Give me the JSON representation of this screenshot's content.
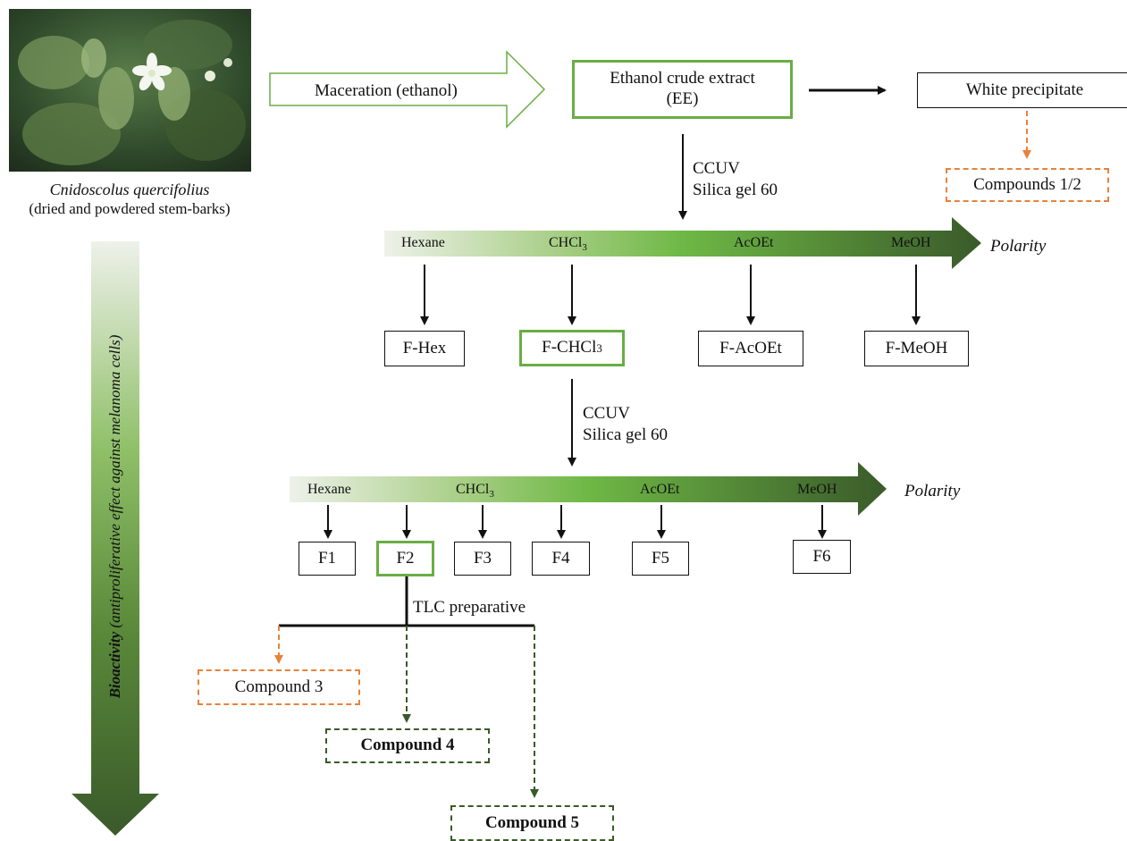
{
  "plant": {
    "name": "Cnidoscolus quercifolius",
    "part": "(dried and powdered stem-barks)"
  },
  "maceration": "Maceration (ethanol)",
  "extract": {
    "line1": "Ethanol crude extract",
    "line2": "(EE)"
  },
  "white_precipitate": "White precipitate",
  "compounds_1_2": "Compounds 1/2",
  "ccuv1": {
    "line1": "CCUV",
    "line2": "Silica gel 60"
  },
  "ccuv2": {
    "line1": "CCUV",
    "line2": "Silica gel 60"
  },
  "gradient1": {
    "solvents": [
      "Hexane",
      "CHCl",
      "AcOEt",
      "MeOH"
    ],
    "sub": "3",
    "label": "Polarity"
  },
  "gradient2": {
    "solvents": [
      "Hexane",
      "CHCl",
      "AcOEt",
      "MeOH"
    ],
    "sub": "3",
    "label": "Polarity"
  },
  "fractions1": [
    "F-Hex",
    "F-CHCl",
    "F-AcOEt",
    "F-MeOH"
  ],
  "fractions1_sub": "3",
  "fractions2": [
    "F1",
    "F2",
    "F3",
    "F4",
    "F5",
    "F6"
  ],
  "tlc": "TLC preparative",
  "compound3": "Compound 3",
  "compound4": "Compound 4",
  "compound5": "Compound 5",
  "bioactivity": {
    "bold": "Bioactivity",
    "rest": " (antiproliferative effect against melanoma cells)"
  },
  "colors": {
    "green_accent": "#6aad45",
    "dark_green": "#3a5a2a",
    "orange": "#e8823a"
  }
}
